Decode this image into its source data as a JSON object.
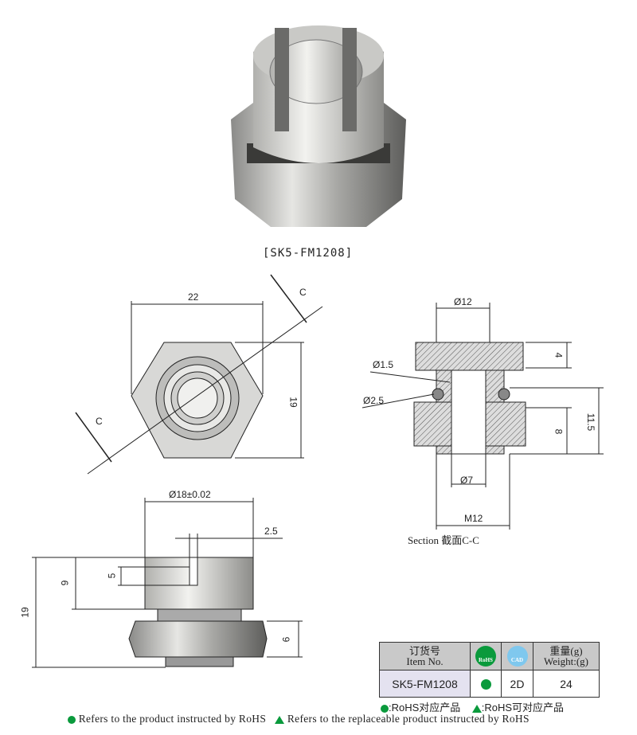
{
  "product_caption": "[SK5-FM1208]",
  "section_label": "Section 截面C-C",
  "dimensions": {
    "top_view_width": "22",
    "top_view_height": "19",
    "section_mark_top": "C",
    "section_mark_bottom": "C",
    "section_dia_top": "Ø12",
    "section_dia_small": "Ø1.5",
    "section_dia_oring": "Ø2.5",
    "section_dia_hole": "Ø7",
    "section_thread": "M12",
    "section_h4": "4",
    "section_h8": "8",
    "section_h115": "11.5",
    "side_dia": "Ø18±0.02",
    "side_slot": "2.5",
    "side_h5": "5",
    "side_h9": "9",
    "side_h19": "19",
    "side_h6": "6"
  },
  "table": {
    "headers": {
      "item_cn": "订货号",
      "item_en": "Item No.",
      "rohs_badge": "RoHS",
      "cad_badge": "CAD",
      "weight_cn": "重量(g)",
      "weight_en": "Weight:(g)"
    },
    "row": {
      "item": "SK5-FM1208",
      "rohs": "circle",
      "cad": "2D",
      "weight": "24"
    }
  },
  "legend": {
    "circle_cn": ":RoHS对应产品",
    "triangle_cn": ":RoHS可对应产品",
    "circle_en": "Refers to the product instructed by RoHS",
    "triangle_en": "Refers to the replaceable product instructed by RoHS"
  },
  "colors": {
    "rohs_green": "#0a9a3c",
    "cad_blue": "#7fc8ee",
    "header_gray": "#c9c9c9",
    "item_cell": "#e4e2f0"
  }
}
